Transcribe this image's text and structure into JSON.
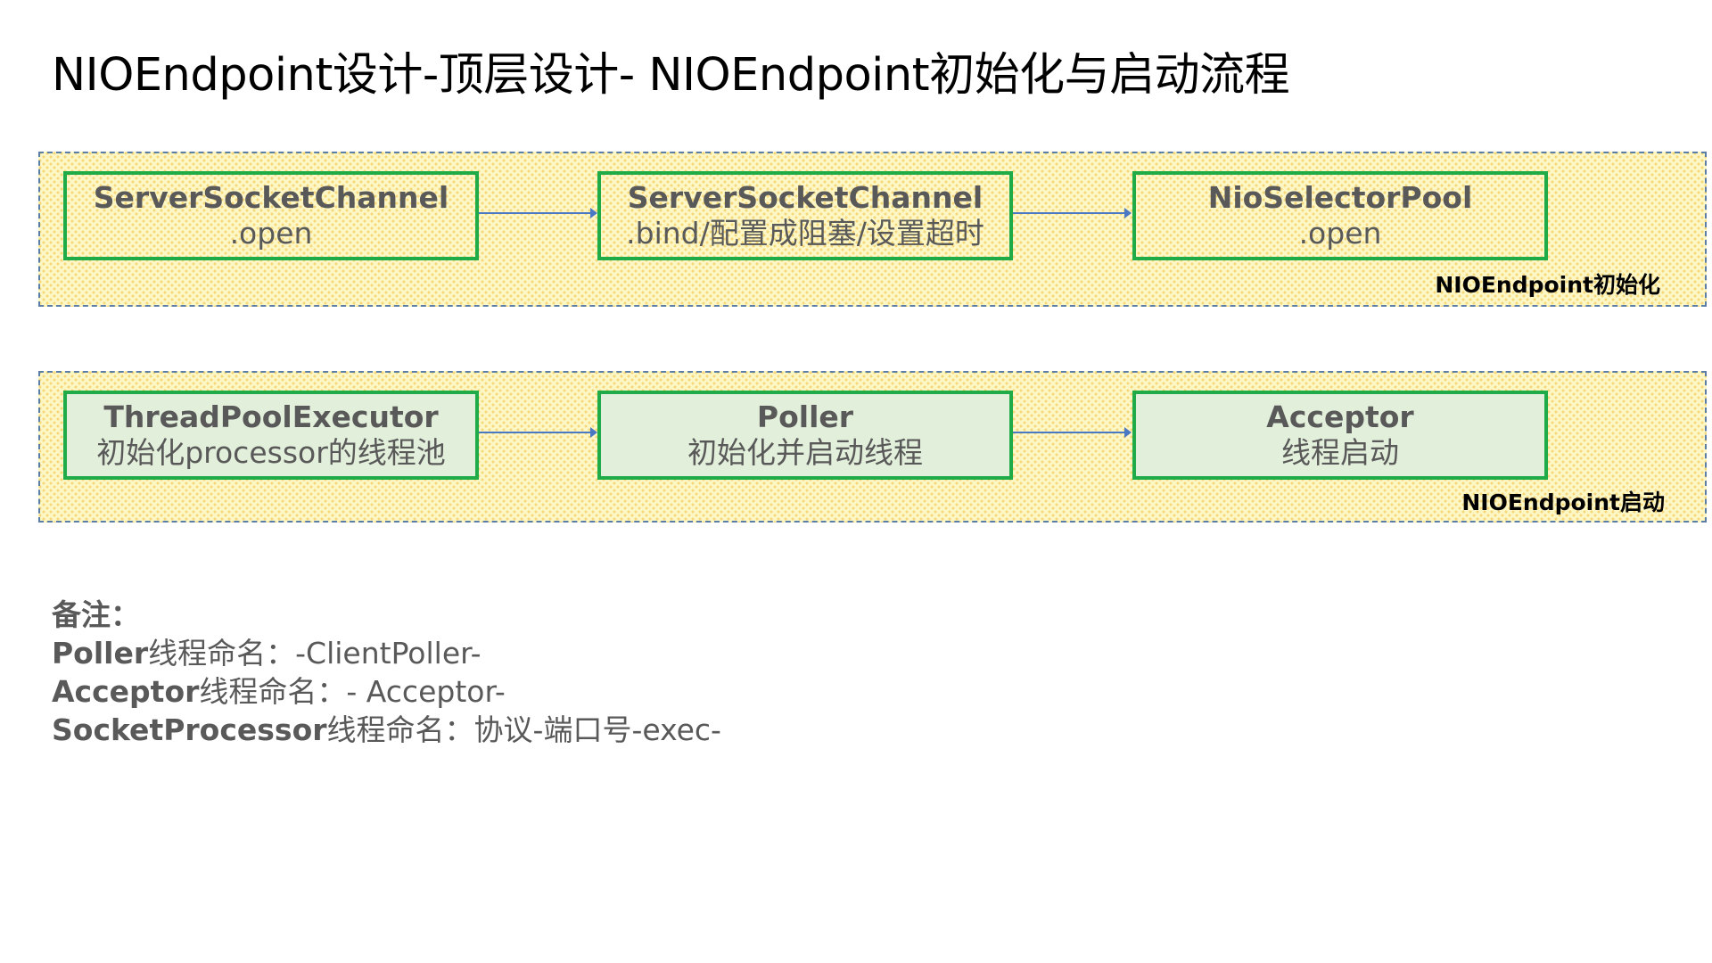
{
  "title": "NIOEndpoint设计-顶层设计- NIOEndpoint初始化与启动流程",
  "init_group": {
    "label": "NIOEndpoint初始化",
    "boxes": [
      {
        "line1": "ServerSocketChannel",
        "line2": ".open"
      },
      {
        "line1": "ServerSocketChannel",
        "line2": ".bind/配置成阻塞/设置超时"
      },
      {
        "line1": "NioSelectorPool",
        "line2": ".open"
      }
    ]
  },
  "start_group": {
    "label": "NIOEndpoint启动",
    "boxes": [
      {
        "line1": "ThreadPoolExecutor",
        "line2": "初始化processor的线程池"
      },
      {
        "line1": "Poller",
        "line2": "初始化并启动线程"
      },
      {
        "line1": "Acceptor",
        "line2": "线程启动"
      }
    ]
  },
  "notes": {
    "heading": "备注：",
    "items": [
      {
        "bold": "Poller",
        "text": "线程命名：-ClientPoller-"
      },
      {
        "bold": "Acceptor",
        "text": "线程命名：- Acceptor-"
      },
      {
        "bold": "SocketProcessor",
        "text": "线程命名：协议-端口号-exec-"
      }
    ]
  },
  "colors": {
    "box_border": "#1fab47",
    "start_box_fill": "#e2efda",
    "group_border": "#5b7ea6",
    "group_fill": "#fdf7c6",
    "arrow": "#4a78c2",
    "body_text": "#595959"
  }
}
